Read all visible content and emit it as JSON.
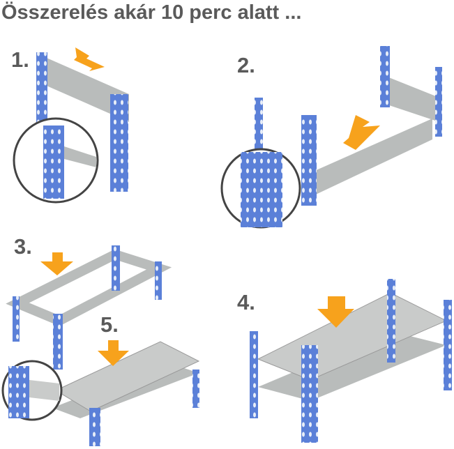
{
  "title": "Összerelés akár 10 perc alatt ...",
  "steps": [
    {
      "label": "1."
    },
    {
      "label": "2."
    },
    {
      "label": "3."
    },
    {
      "label": "4."
    },
    {
      "label": "5."
    }
  ],
  "colors": {
    "post": "#5b80d8",
    "beam": "#b9bcbb",
    "arrow": "#f7a21c",
    "text": "#5a5a5a"
  }
}
